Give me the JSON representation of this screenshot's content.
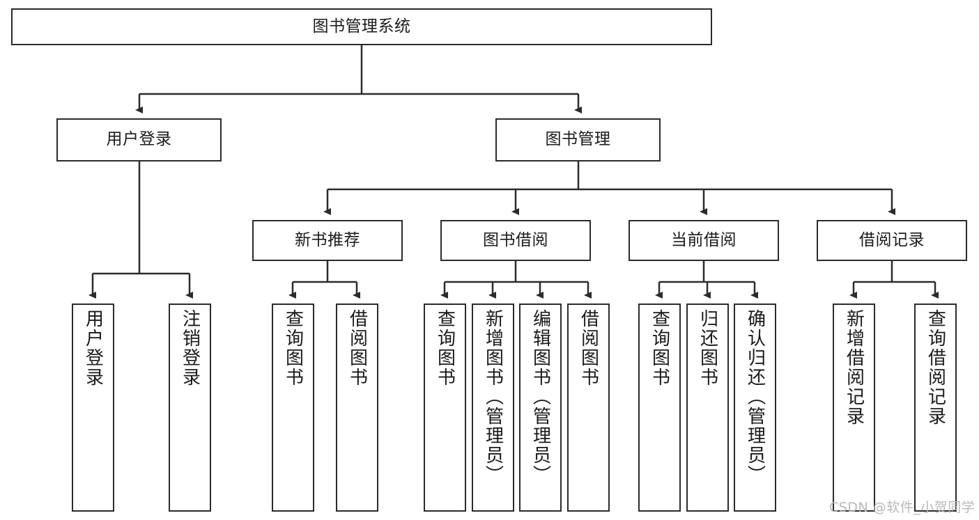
{
  "diagram": {
    "title": "图书管理系统",
    "type": "tree",
    "watermark": "CSDN @软件_小贺同学",
    "levels": {
      "root": {
        "label": "图书管理系统"
      },
      "level2": [
        {
          "label": "用户登录"
        },
        {
          "label": "图书管理"
        }
      ],
      "level3": [
        {
          "label": "新书推荐"
        },
        {
          "label": "图书借阅"
        },
        {
          "label": "当前借阅"
        },
        {
          "label": "借阅记录"
        }
      ],
      "leaves": {
        "user_login": [
          {
            "label": "用户登录"
          },
          {
            "label": "注销登录"
          }
        ],
        "new_book_recommend": [
          {
            "label": "查询图书"
          },
          {
            "label": "借阅图书"
          }
        ],
        "book_borrow": [
          {
            "label": "查询图书"
          },
          {
            "label": "新增图书（管理员）"
          },
          {
            "label": "编辑图书（管理员）"
          },
          {
            "label": "借阅图书"
          }
        ],
        "current_borrow": [
          {
            "label": "查询图书"
          },
          {
            "label": "归还图书"
          },
          {
            "label": "确认归还（管理员）"
          }
        ],
        "borrow_records": [
          {
            "label": "新增借阅记录"
          },
          {
            "label": "查询借阅记录"
          }
        ]
      }
    },
    "colors": {
      "stroke": "#2b2b2b",
      "fill": "#ffffff",
      "text": "#1a1a1a",
      "watermark": "#b9b9b9"
    }
  }
}
